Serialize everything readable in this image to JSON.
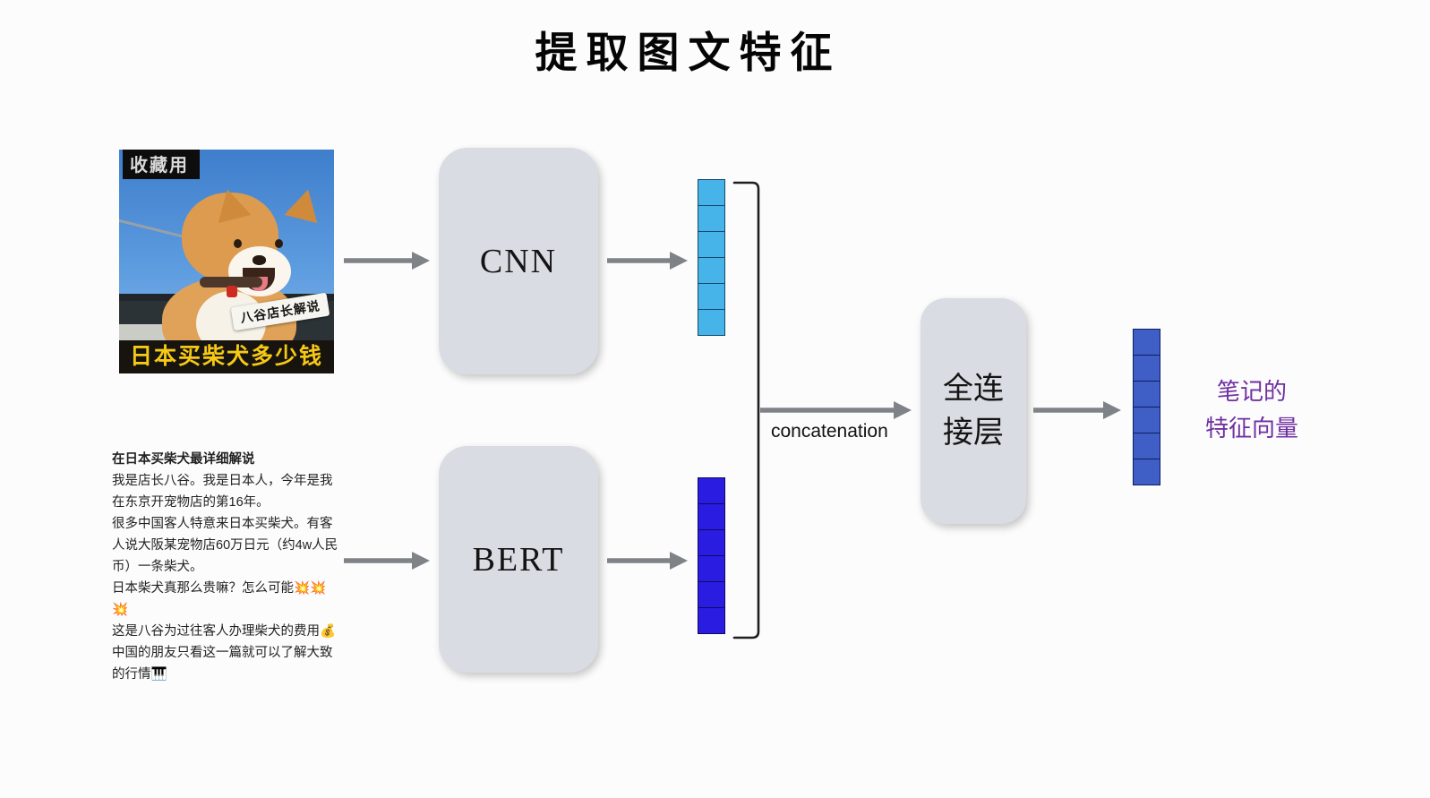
{
  "title": "提取图文特征",
  "note": {
    "image": {
      "banner": "收藏用",
      "sticker": "八谷店长解说",
      "caption": "日本买柴犬多少钱"
    },
    "text": {
      "heading": "在日本买柴犬最详细解说",
      "paragraphs": [
        "我是店长八谷。我是日本人，今年是我在东京开宠物店的第16年。",
        "很多中国客人特意来日本买柴犬。有客人说大阪某宠物店60万日元（约4w人民币）一条柴犬。",
        "日本柴犬真那么贵嘛？怎么可能💥💥💥",
        "这是八谷为过往客人办理柴犬的费用💰",
        "中国的朋友只看这一篇就可以了解大致的行情🎹"
      ]
    }
  },
  "blocks": {
    "cnn_label": "CNN",
    "bert_label": "BERT",
    "fc_line1": "全连",
    "fc_line2": "接层"
  },
  "labels": {
    "concatenation": "concatenation",
    "output_line1": "笔记的",
    "output_line2": "特征向量"
  },
  "vectors": {
    "image_feature": {
      "cells": 6,
      "color": "#47b4e9",
      "border": "#14496e"
    },
    "text_feature": {
      "cells": 6,
      "color": "#2b1ce2",
      "border": "#100a5e"
    },
    "note_feature": {
      "cells": 6,
      "color": "#3f5ec6",
      "border": "#0c1f60"
    }
  },
  "colors": {
    "box_fill": "#d9dce2",
    "arrow": "#7f8388",
    "bracket": "#1f1f1f",
    "output_text": "#7030a0",
    "caption_text": "#f6c915"
  }
}
